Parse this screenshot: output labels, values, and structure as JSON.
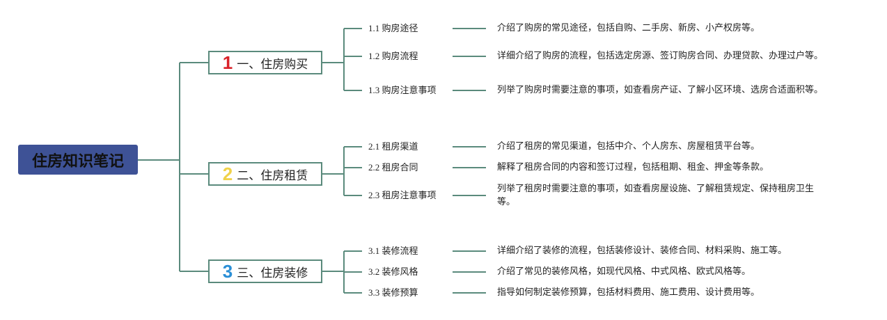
{
  "root": {
    "title": "住房知识笔记",
    "color": "#3e5296"
  },
  "line_color": "#5a8a7c",
  "branches": [
    {
      "number": "1",
      "number_color": "#d9222a",
      "label": "一、住房购买",
      "leaves": [
        {
          "label": "1.1 购房途径",
          "desc": "介绍了购房的常见途径，包括自购、二手房、新房、小产权房等。"
        },
        {
          "label": "1.2 购房流程",
          "desc": "详细介绍了购房的流程，包括选定房源、签订购房合同、办理贷款、办理过户等。"
        },
        {
          "label": "1.3 购房注意事项",
          "desc": "列举了购房时需要注意的事项，如查看房产证、了解小区环境、选房合适面积等。"
        }
      ]
    },
    {
      "number": "2",
      "number_color": "#f0d24a",
      "label": "二、住房租赁",
      "leaves": [
        {
          "label": "2.1 租房渠道",
          "desc": "介绍了租房的常见渠道，包括中介、个人房东、房屋租赁平台等。"
        },
        {
          "label": "2.2 租房合同",
          "desc": "解释了租房合同的内容和签订过程，包括租期、租金、押金等条款。"
        },
        {
          "label": "2.3 租房注意事项",
          "desc": "列举了租房时需要注意的事项，如查看房屋设施、了解租赁规定、保持租房卫生等。"
        }
      ]
    },
    {
      "number": "3",
      "number_color": "#2b8fd6",
      "label": "三、住房装修",
      "leaves": [
        {
          "label": "3.1 装修流程",
          "desc": "详细介绍了装修的流程，包括装修设计、装修合同、材料采购、施工等。"
        },
        {
          "label": "3.2 装修风格",
          "desc": "介绍了常见的装修风格，如现代风格、中式风格、欧式风格等。"
        },
        {
          "label": "3.3 装修预算",
          "desc": "指导如何制定装修预算，包括材料费用、施工费用、设计费用等。"
        }
      ]
    }
  ]
}
